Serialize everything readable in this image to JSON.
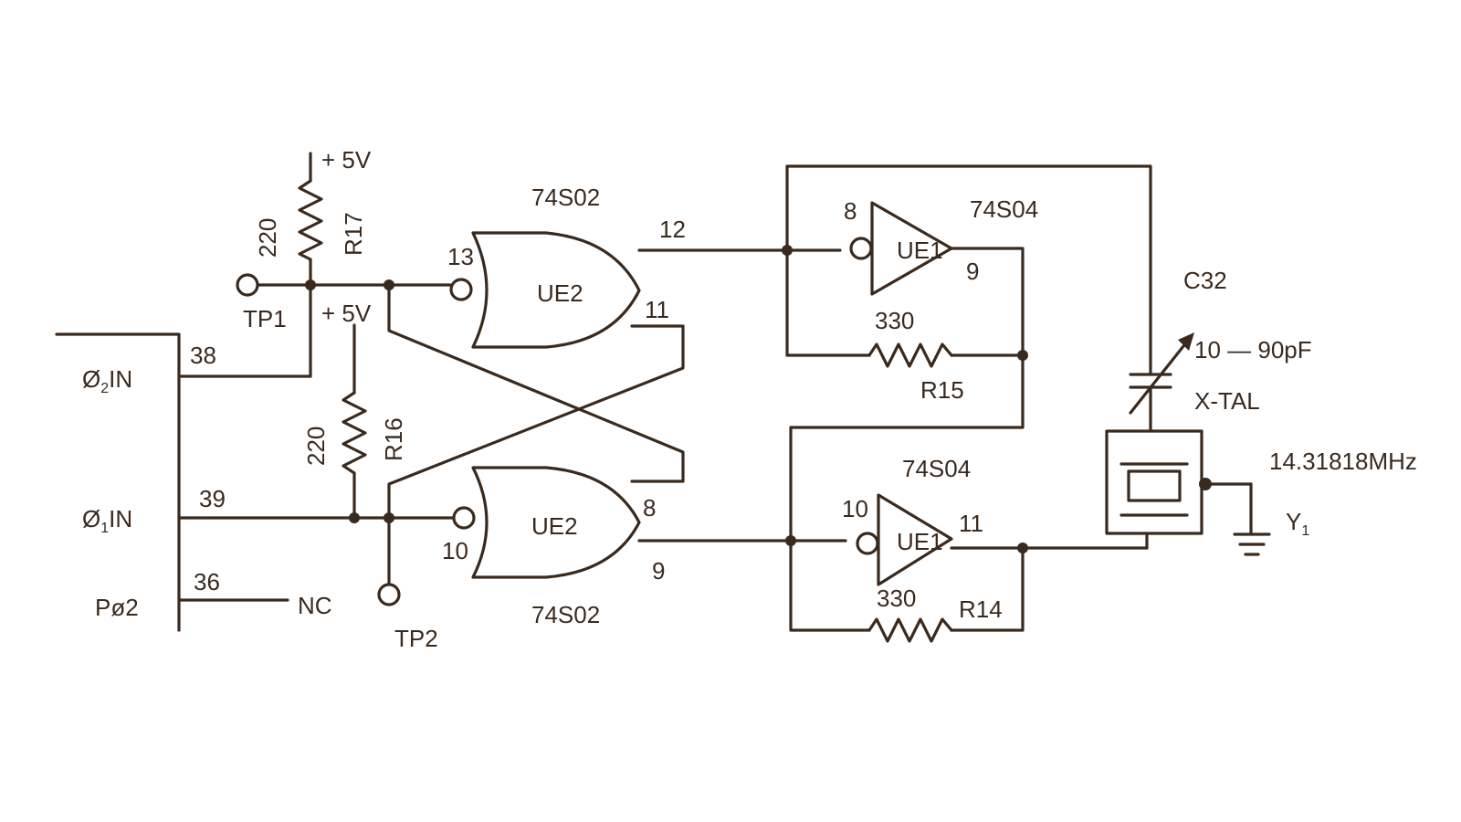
{
  "labels": {
    "plus5v_top": "+ 5V",
    "plus5v_mid": "+ 5V",
    "r17_value": "220",
    "r17_ref": "R17",
    "r16_value": "220",
    "r16_ref": "R16",
    "tp1": "TP1",
    "tp2": "TP2",
    "nand_top_part": "74S02",
    "nand_bottom_part": "74S02",
    "nand_top_ref": "UE2",
    "nand_bottom_ref": "UE2",
    "pin13": "13",
    "pin12": "12",
    "pin11_nor": "11",
    "pin10_nor": "10",
    "pin8_nor": "8",
    "pin9_nor": "9",
    "inv_top_part": "74S04",
    "inv_bottom_part": "74S04",
    "inv_top_ref": "UE1",
    "inv_bottom_ref": "UE1",
    "pin8_inv": "8",
    "pin9_inv": "9",
    "pin10_inv": "10",
    "pin11_inv": "11",
    "r15_value": "330",
    "r15_ref": "R15",
    "r14_value": "330",
    "r14_ref": "R14",
    "c32_ref": "C32",
    "c32_value": "10 — 90pF",
    "xtal": "X-TAL",
    "freq": "14.31818MHz",
    "y1": "Y",
    "y1_sub": "1",
    "pin38": "38",
    "pin39": "39",
    "pin36": "36",
    "phi2_in_main": "Ø",
    "phi2_in_sub": "2",
    "phi2_in_rest": "IN",
    "phi1_in_main": "Ø",
    "phi1_in_sub": "1",
    "phi1_in_rest": "IN",
    "pphi2": "Pø2",
    "nc": "NC"
  }
}
